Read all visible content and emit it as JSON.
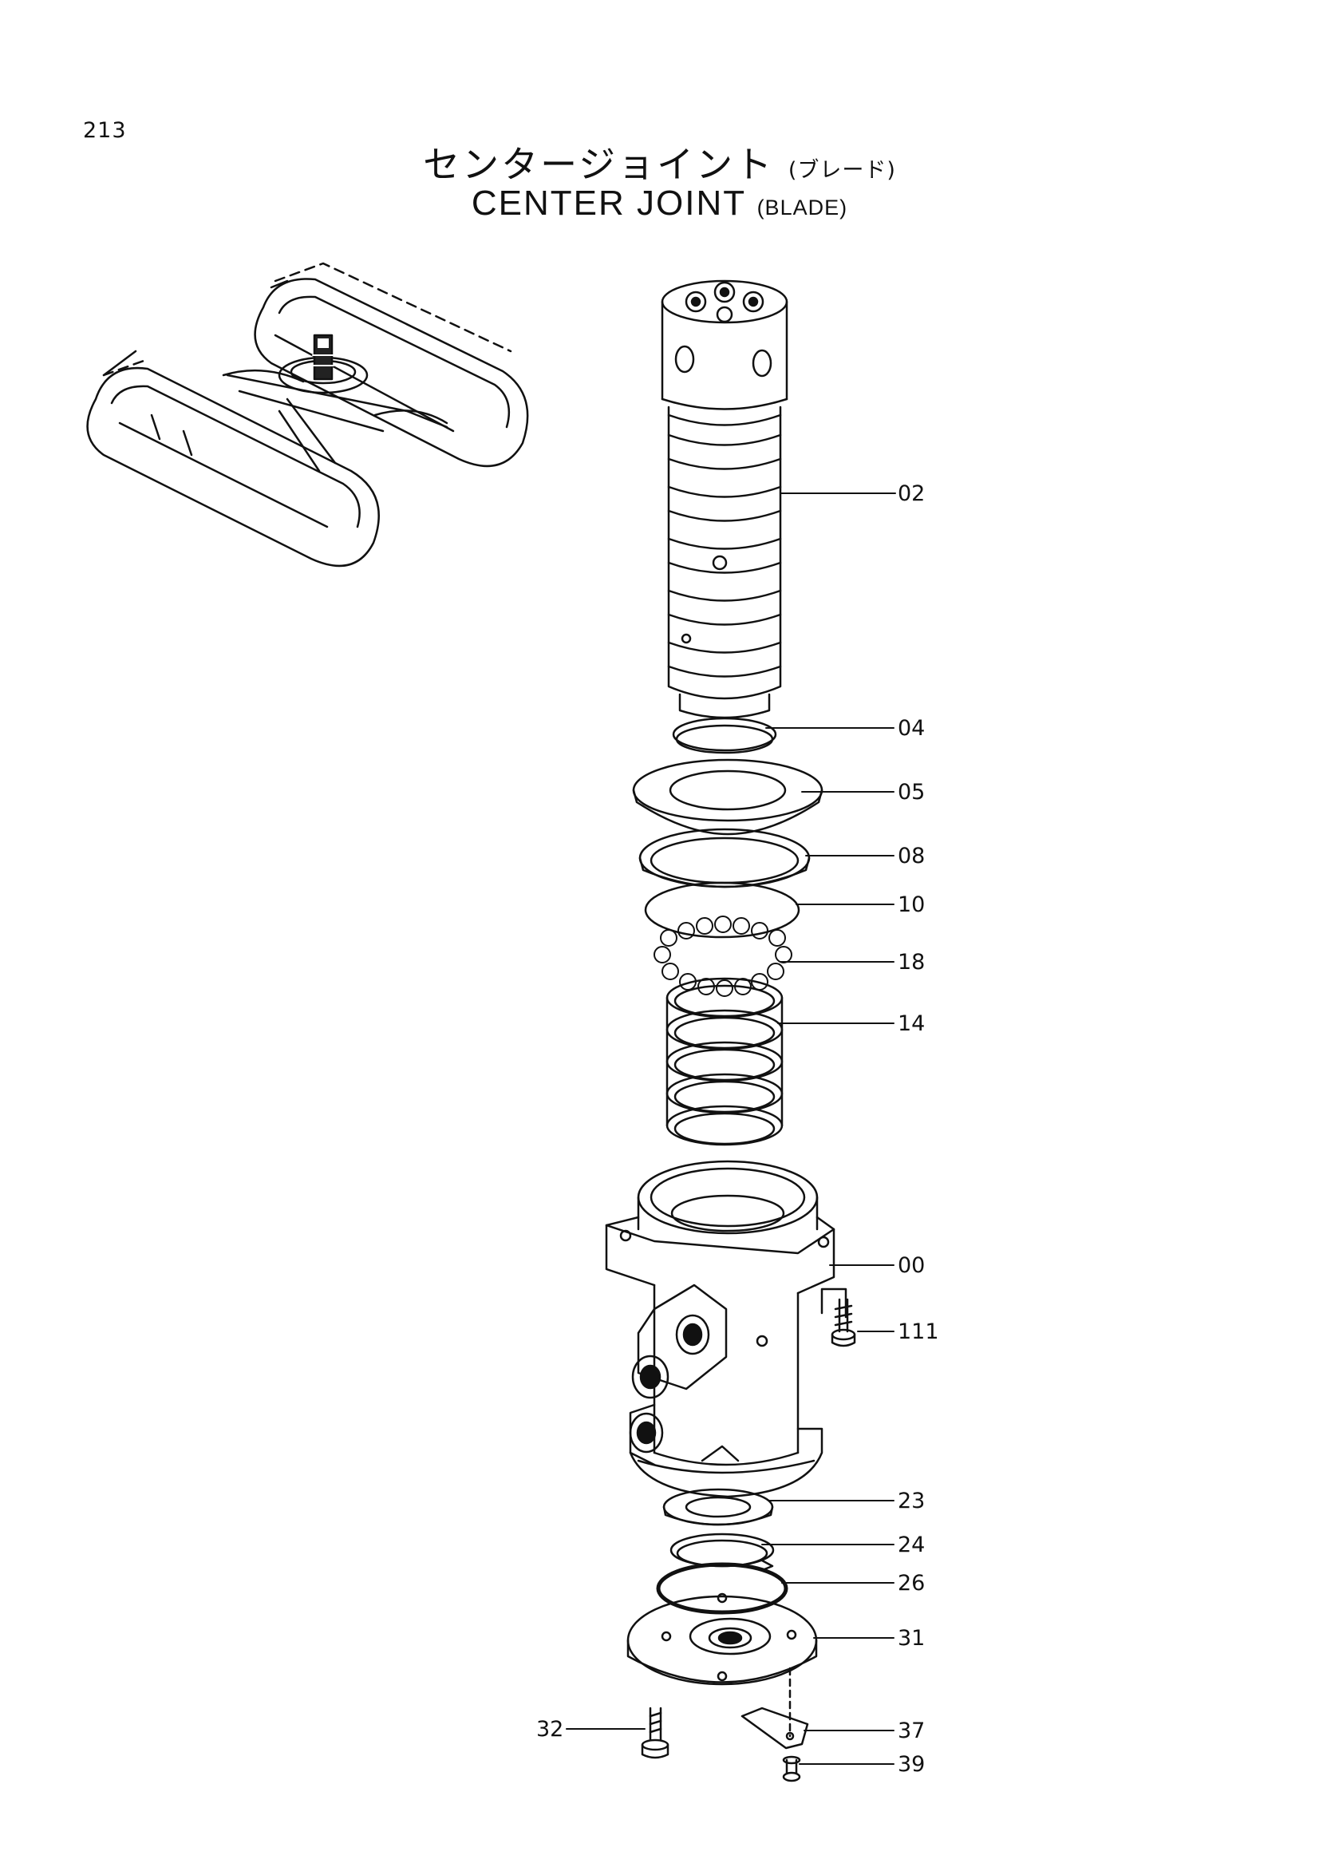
{
  "page_number": "213",
  "title": {
    "jp_main": "センタージョイント",
    "jp_sub": "(ブレード)",
    "en_main": "CENTER JOINT",
    "en_sub": "(BLADE)"
  },
  "parts": [
    "02",
    "04",
    "05",
    "08",
    "10",
    "18",
    "14",
    "00",
    "111",
    "23",
    "24",
    "26",
    "31",
    "32",
    "37",
    "39"
  ]
}
